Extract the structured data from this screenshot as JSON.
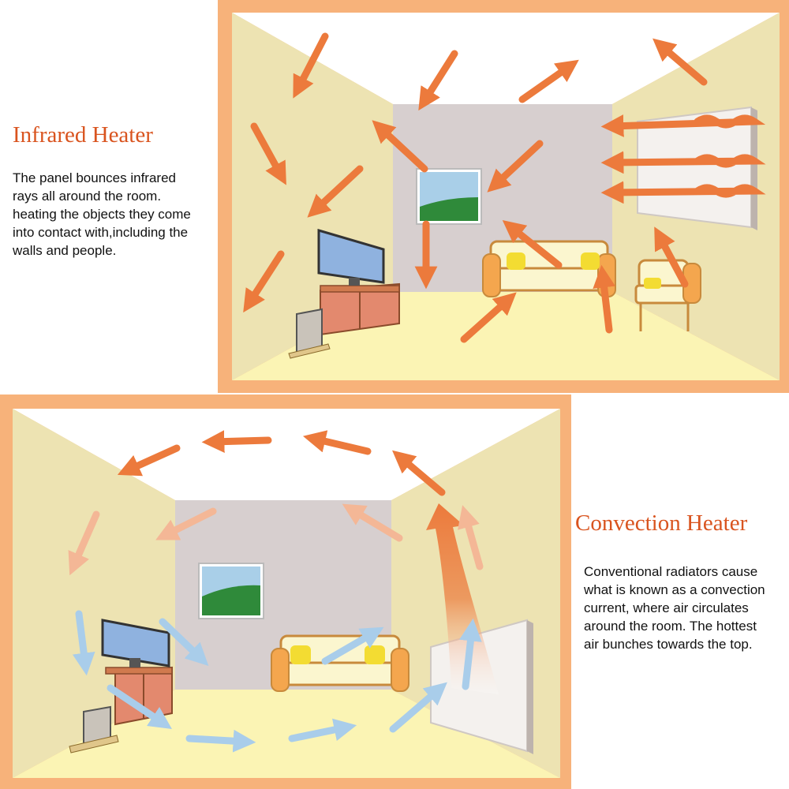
{
  "colors": {
    "frame": "#f7b27a",
    "ceiling": "#ffffff",
    "side_wall": "#ede3b2",
    "back_wall": "#d7cfcf",
    "floor": "#fbf4b4",
    "title": "#d9541f",
    "arrow_warm": "#ec7a3c",
    "arrow_cool": "#a9cdea"
  },
  "infrared": {
    "title": "Infrared Heater",
    "lines": [
      "The panel bounces infrared",
      "rays all around the room.",
      "heating the objects they come",
      "into contact with,including the",
      "walls and people."
    ]
  },
  "convection": {
    "title": "Convection Heater",
    "lines": [
      "Conventional radiators cause",
      "what is known as a convection",
      "current, where air circulates",
      "around the room. The hottest",
      "air bunches towards the top."
    ]
  }
}
